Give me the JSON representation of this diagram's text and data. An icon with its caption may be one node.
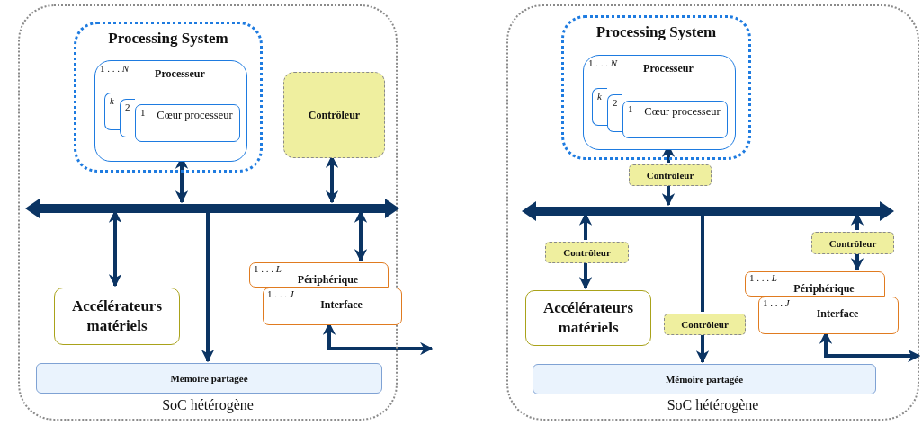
{
  "diagram": {
    "nodes": [
      {
        "text": [
          "SoC hétérogène"
        ]
      },
      {
        "text": [
          "Processing System"
        ],
        "in": 0
      },
      {
        "text": [
          "1 . . . *N*",
          "Processeur"
        ],
        "in": 1
      },
      {
        "text": [
          "k"
        ],
        "in": 2
      },
      {
        "text": [
          "2"
        ],
        "in": 2
      },
      {
        "text": [
          "1",
          "Cœur processeur"
        ],
        "in": 2
      },
      {
        "text": [
          "Contrôleur"
        ],
        "in": 0
      },
      {
        "text": [],
        "shape": "bar",
        "in": 0
      },
      {
        "text": [
          "Accélérateurs matériels"
        ],
        "in": 0
      },
      {
        "text": [
          "1 . . . *L*",
          "Périphérique"
        ],
        "in": 0
      },
      {
        "text": [
          "1 . . . *J*",
          "Interface"
        ],
        "in": 0
      },
      {
        "text": [
          "Mémoire partagée"
        ],
        "in": 0
      },
      {
        "text": [
          "SoC hétérogène"
        ]
      },
      {
        "text": [
          "Processing System"
        ],
        "in": 12
      },
      {
        "text": [
          "1 . . . *N*",
          "Processeur"
        ],
        "in": 13
      },
      {
        "text": [
          "k"
        ],
        "in": 14
      },
      {
        "text": [
          "2"
        ],
        "in": 14
      },
      {
        "text": [
          "1",
          "Cœur processeur"
        ],
        "in": 14
      },
      {
        "text": [
          "Contrôleur"
        ],
        "in": 12
      },
      {
        "text": [],
        "shape": "bar",
        "in": 12
      },
      {
        "text": [
          "Contrôleur"
        ],
        "in": 12
      },
      {
        "text": [
          "Accélérateurs matériels"
        ],
        "in": 12
      },
      {
        "text": [
          "Contrôleur"
        ],
        "in": 12
      },
      {
        "text": [
          "Contrôleur"
        ],
        "in": 12
      },
      {
        "text": [
          "1 . . . *L*",
          "Périphérique"
        ],
        "in": 12
      },
      {
        "text": [
          "1 . . . *J*",
          "Interface"
        ],
        "in": 12
      },
      {
        "text": [
          "Mémoire partagée"
        ],
        "in": 12
      }
    ],
    "edges": [
      {
        "from": 2,
        "to": 7,
        "arrow": "both"
      },
      {
        "from": 6,
        "to": 7,
        "arrow": "both"
      },
      {
        "from": 7,
        "to": 8,
        "arrow": "both"
      },
      {
        "from": 7,
        "to": 11,
        "arrow": "to"
      },
      {
        "from": 7,
        "to": 9,
        "arrow": "both"
      },
      {
        "from": 10,
        "to": null,
        "arrow": "both"
      },
      {
        "from": 18,
        "to": 14,
        "arrow": "to"
      },
      {
        "from": 18,
        "to": 19,
        "arrow": "to"
      },
      {
        "from": 20,
        "to": 19,
        "arrow": "to"
      },
      {
        "from": 20,
        "to": 21,
        "arrow": "to"
      },
      {
        "from": 19,
        "to": 22,
        "arrow": "none"
      },
      {
        "from": 22,
        "to": 26,
        "arrow": "to"
      },
      {
        "from": 23,
        "to": 19,
        "arrow": "to"
      },
      {
        "from": 23,
        "to": 24,
        "arrow": "to"
      },
      {
        "from": 25,
        "to": null,
        "arrow": "both"
      }
    ]
  }
}
